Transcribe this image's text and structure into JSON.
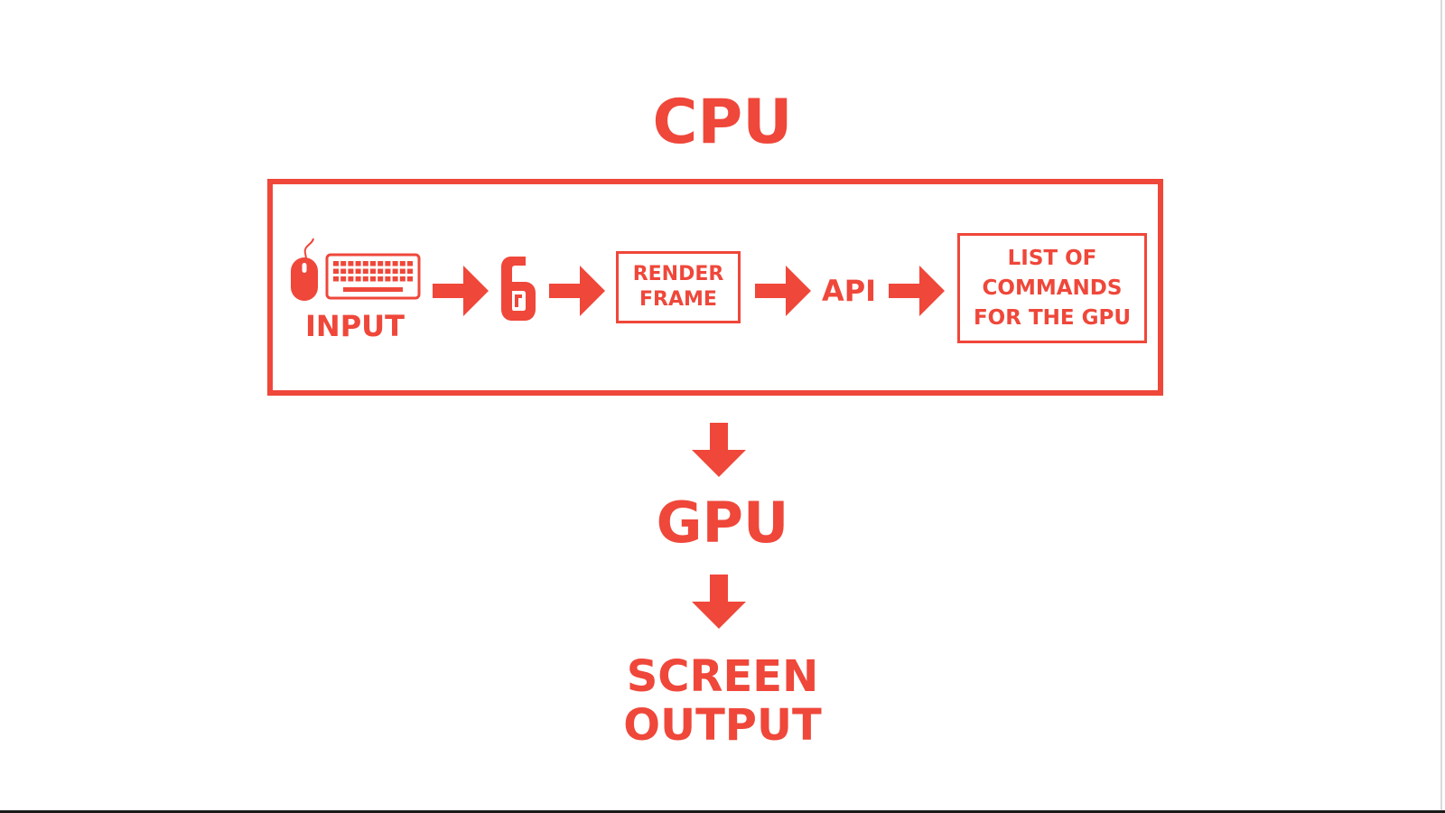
{
  "colors": {
    "accent": "#ef473a"
  },
  "cpu": {
    "title": "CPU"
  },
  "input": {
    "label": "INPUT",
    "icons": [
      "mouse-icon",
      "keyboard-icon"
    ]
  },
  "game": {
    "icon": "rainbow-six-logo-icon"
  },
  "render_frame": {
    "lines": [
      "RENDER",
      "FRAME"
    ]
  },
  "api": {
    "label": "API"
  },
  "gpu_commands": {
    "lines": [
      "LIST OF",
      "COMMANDS",
      "FOR THE GPU"
    ]
  },
  "gpu": {
    "title": "GPU"
  },
  "screen_output": {
    "lines": [
      "SCREEN",
      "OUTPUT"
    ]
  },
  "arrows": [
    "arrow-right-icon",
    "arrow-down-icon"
  ]
}
